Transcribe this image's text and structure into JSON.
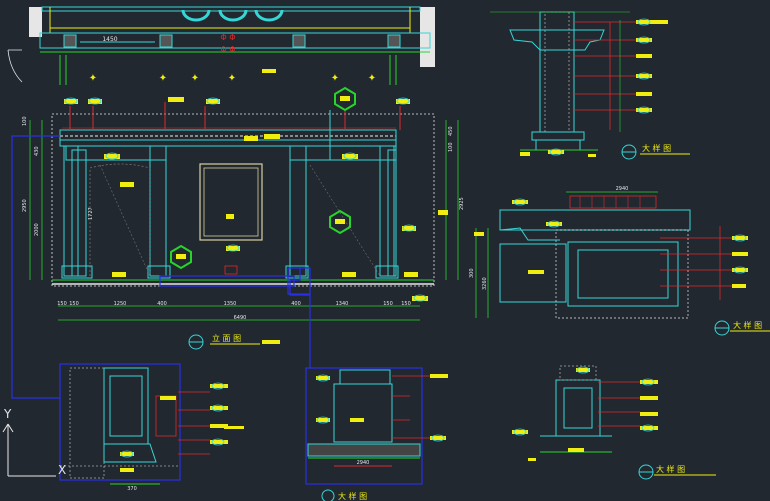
{
  "drawing": {
    "elevation_title": "立 面 图",
    "detail_title_top": "大 样 图",
    "detail_title_mid": "大 样 图",
    "detail_title_bottom_right": "大 样 图",
    "detail_title_bottom_center": "大 样 图",
    "dim_top_1450": "1450",
    "dim_overall_bottom": "6490",
    "dims_bottom": [
      "150",
      "150",
      "1250",
      "400",
      "1350",
      "400",
      "1340",
      "150",
      "150"
    ],
    "dims_left": [
      "100",
      "430",
      "2000",
      "2950"
    ],
    "dims_right": [
      "450",
      "100",
      "2925"
    ],
    "dim_center_h": "1727",
    "dim_detail_2940": "2940",
    "dim_detail_right": "3260",
    "dim_detail_left": "300",
    "dim_bottom_left_detail": "370",
    "dim_bottom_center_detail": "2940",
    "ucs_y": "Y",
    "ucs_x": "X"
  },
  "colors": {
    "background": "#212830",
    "cyan": "#36d6d6",
    "green": "#28d42a",
    "red": "#e0282a",
    "yellow": "#f0ee10",
    "blue": "#2830e6",
    "white": "#e6e6e6",
    "grey": "#8a8a8a"
  }
}
